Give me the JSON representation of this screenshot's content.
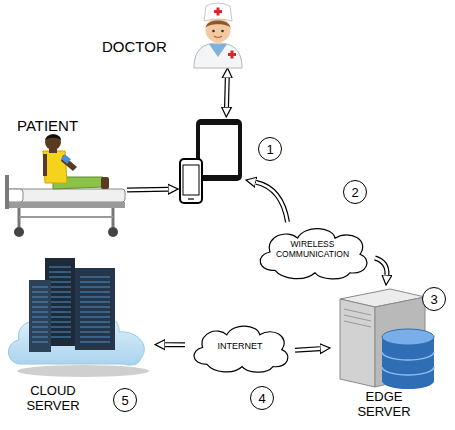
{
  "diagram": {
    "nodes": [
      {
        "text": [
          "DOCTOR"
        ]
      },
      {
        "text": [
          "PATIENT"
        ]
      },
      {
        "text": [
          "1"
        ]
      },
      {
        "text": [
          "WIRELESS COMMUNICATION"
        ]
      },
      {
        "text": [
          "EDGE SERVER",
          "3"
        ]
      },
      {
        "text": [
          "INTERNET"
        ]
      },
      {
        "text": [
          "CLOUD SERVER",
          "5"
        ]
      }
    ],
    "edges": [
      {
        "from": 0,
        "to": 2,
        "arrow": "both"
      },
      {
        "from": 1,
        "to": 2,
        "arrow": "to"
      },
      {
        "from": 3,
        "to": 2,
        "arrow": "to"
      },
      {
        "from": 3,
        "to": 4,
        "arrow": "to"
      },
      {
        "from": 5,
        "to": 6,
        "arrow": "to"
      },
      {
        "from": 5,
        "to": 4,
        "arrow": "to"
      }
    ],
    "labels": [
      "2",
      "4"
    ]
  }
}
